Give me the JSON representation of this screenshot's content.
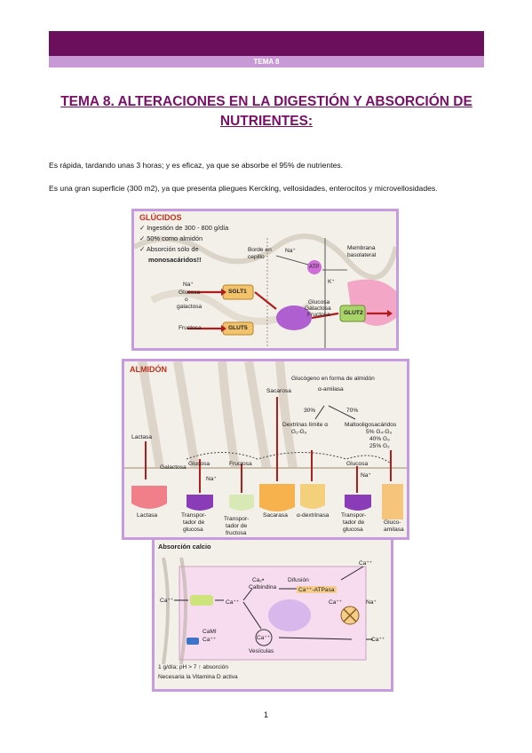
{
  "header": {
    "section_label": "TEMA 8"
  },
  "title": {
    "line1": "TEMA 8. ALTERACIONES EN LA DIGESTIÓN Y ABSORCIÓN DE",
    "line2": "NUTRIENTES:"
  },
  "paragraphs": [
    "Es rápida, tardando unas 3 horas; y es eficaz, ya que se absorbe el 95% de nutrientes.",
    "Es una gran superficie (300 m2), ya que presenta pliegues Kercking, vellosidades, enterocitos y microvellosidades."
  ],
  "fig1": {
    "heading": "GLÚCIDOS",
    "bullets": [
      "Ingestión de 300 - 800 g/día",
      "50% como almidón",
      "Absorción sólo de",
      "monosacáridos!!"
    ],
    "labels": {
      "borde": "Borde en",
      "cepillo": "cepillo",
      "membrana": "Membrana",
      "basolateral": "basolateral",
      "na_top": "Na⁺",
      "atp": "ATP",
      "k": "K⁺",
      "na_left": "Na⁺",
      "glucosa_o": "Glucosa",
      "o": "o",
      "galactosa": "galactosa",
      "sglt1": "SGLT1",
      "glut2": "GLUT2",
      "glut5": "GLUT5",
      "fructosa_left": "Fructosa",
      "oval1": "Glucosa",
      "oval2": "Galactosa",
      "oval3": "Fructosa"
    }
  },
  "fig2": {
    "heading": "ALMIDÓN",
    "labels": {
      "glucogeno": "Glucógeno en forma de almidón",
      "alfa_amilasa": "α-amilasa",
      "p30": "30%",
      "p70": "70%",
      "dextrinas": "Dextrinas límite α",
      "dextrinas_sub": "G₁-G₉",
      "malto": "Maltooligosacáridos",
      "malto1": "5% G₄-G₉",
      "malto2": "40% G₃",
      "malto3": "25% G₂",
      "lactasa_top": "Lactasa",
      "galactosa": "Galactosa",
      "glucosa1": "Glucosa",
      "na1": "Na⁺",
      "fructosa": "Fructosa",
      "sacarosa_top": "Sacarosa",
      "glucosa2": "Glucosa",
      "na2": "Na⁺",
      "lactasa": "Lactasa",
      "transp1a": "Transpor-",
      "transp1b": "tador de",
      "transp1c": "glucosa",
      "transp2a": "Transpor-",
      "transp2b": "tador de",
      "transp2c": "fructosa",
      "sacarasa": "Sacarasa",
      "alfa_dextrinasa": "α-dextrinasa",
      "transp3a": "Transpor-",
      "transp3b": "tador de",
      "transp3c": "glucosa",
      "gluco1": "Gluco-",
      "gluco2": "amilasa"
    }
  },
  "fig3": {
    "heading": "Absorción calcio",
    "labels": {
      "ca_top": "Ca⁺⁺",
      "ca_calb1": "Ca₂•",
      "ca_calb2": "Calbindina",
      "difusion": "Difusión",
      "atpasa": "Ca⁺⁺-ATPasa",
      "ca_in": "Ca⁺⁺",
      "ca_mid": "Ca⁺⁺",
      "ca_right": "Ca⁺⁺",
      "na": "Na⁺",
      "calmi1": "CaMI",
      "calmi2": "Ca⁺⁺",
      "ca_ves": "Ca⁺⁺",
      "vesiculas": "Vesículas",
      "ca_out": "Ca⁺⁺",
      "foot1": "1 g/día; pH > 7 ↑ absorción",
      "foot2": "Necesaria la Vitamina D activa"
    }
  },
  "page_number": "1"
}
